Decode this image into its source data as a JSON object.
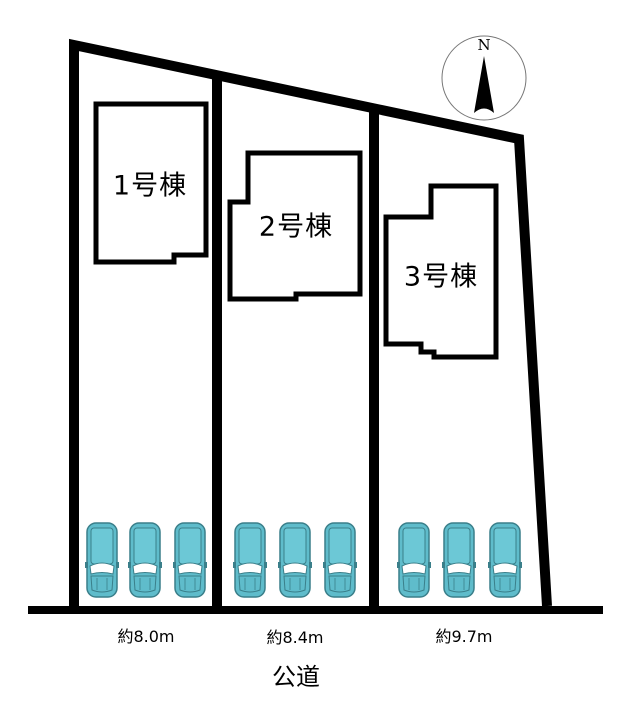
{
  "plan": {
    "type": "residential lot subdivision site plan",
    "colors": {
      "line": "#000000",
      "car_fill": "#5fbccb",
      "car_outline": "#3a7f8a",
      "background": "#ffffff"
    },
    "compass": {
      "label": "N",
      "icon": "north-arrow-icon"
    },
    "lots": [
      {
        "building_label": "1号棟",
        "frontage_label": "約8.0m",
        "parking_spaces": 3
      },
      {
        "building_label": "2号棟",
        "frontage_label": "約8.4m",
        "parking_spaces": 3
      },
      {
        "building_label": "3号棟",
        "frontage_label": "約9.7m",
        "parking_spaces": 3
      }
    ],
    "road_label": "公道"
  }
}
